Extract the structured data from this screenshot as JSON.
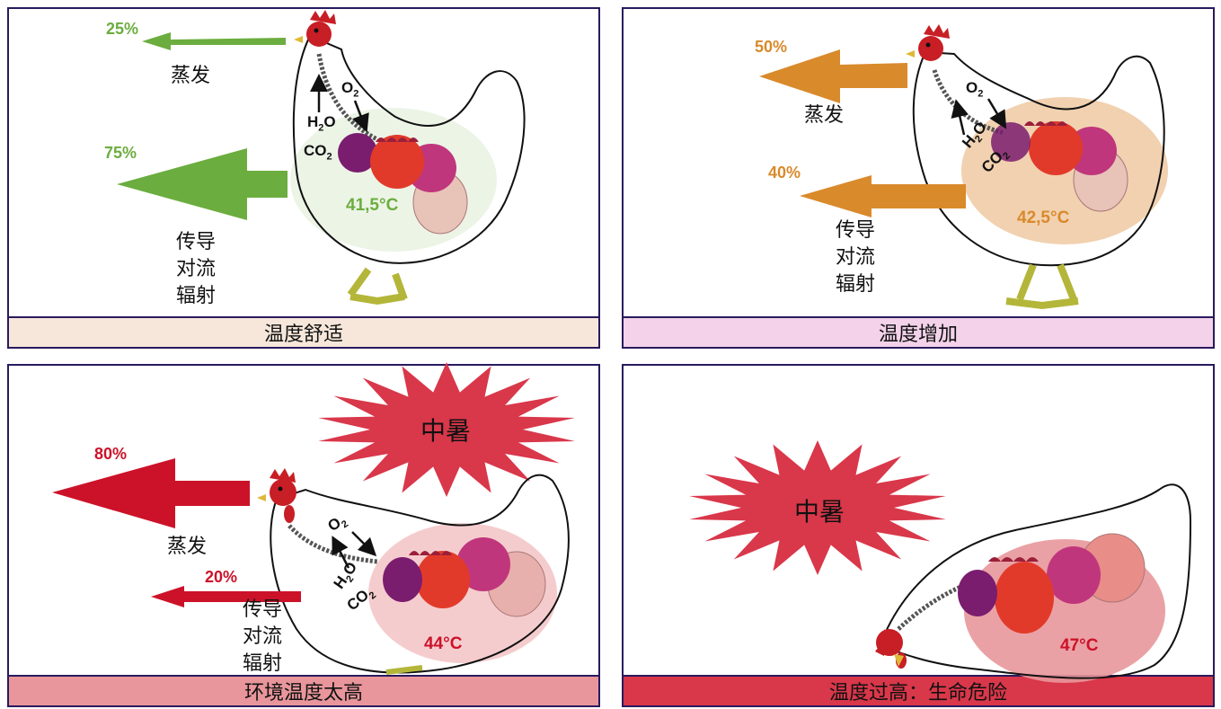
{
  "panels": [
    {
      "caption": "温度舒适",
      "caption_color": "#f6e7da",
      "evap_pct": "25%",
      "evap_label": "蒸发",
      "cond_pct": "75%",
      "cond_label_1": "传导",
      "cond_label_2": "对流",
      "cond_label_3": "辐射",
      "temp": "41,5°C",
      "accent": "#6cad3f",
      "gas_h2o": "H",
      "gas_o2": "O",
      "gas_co2": "CO"
    },
    {
      "caption": "温度增加",
      "caption_color": "#f3d2ea",
      "evap_pct": "50%",
      "evap_label": "蒸发",
      "cond_pct": "40%",
      "cond_label_1": "传导",
      "cond_label_2": "对流",
      "cond_label_3": "辐射",
      "temp": "42,5°C",
      "accent": "#d98a2b",
      "gas_h2o": "H",
      "gas_o2": "O",
      "gas_co2": "CO"
    },
    {
      "caption": "环境温度太高",
      "caption_color": "#e8969b",
      "evap_pct": "80%",
      "evap_label": "蒸发",
      "cond_pct": "20%",
      "cond_label_1": "传导",
      "cond_label_2": "对流",
      "cond_label_3": "辐射",
      "temp": "44°C",
      "accent": "#cc1229",
      "star_label": "中暑",
      "gas_h2o": "H",
      "gas_o2": "O",
      "gas_co2": "CO"
    },
    {
      "caption": "温度过高：生命危险",
      "caption_color": "#d9374a",
      "temp": "47°C",
      "accent": "#cc1229",
      "star_label": "中暑"
    }
  ]
}
